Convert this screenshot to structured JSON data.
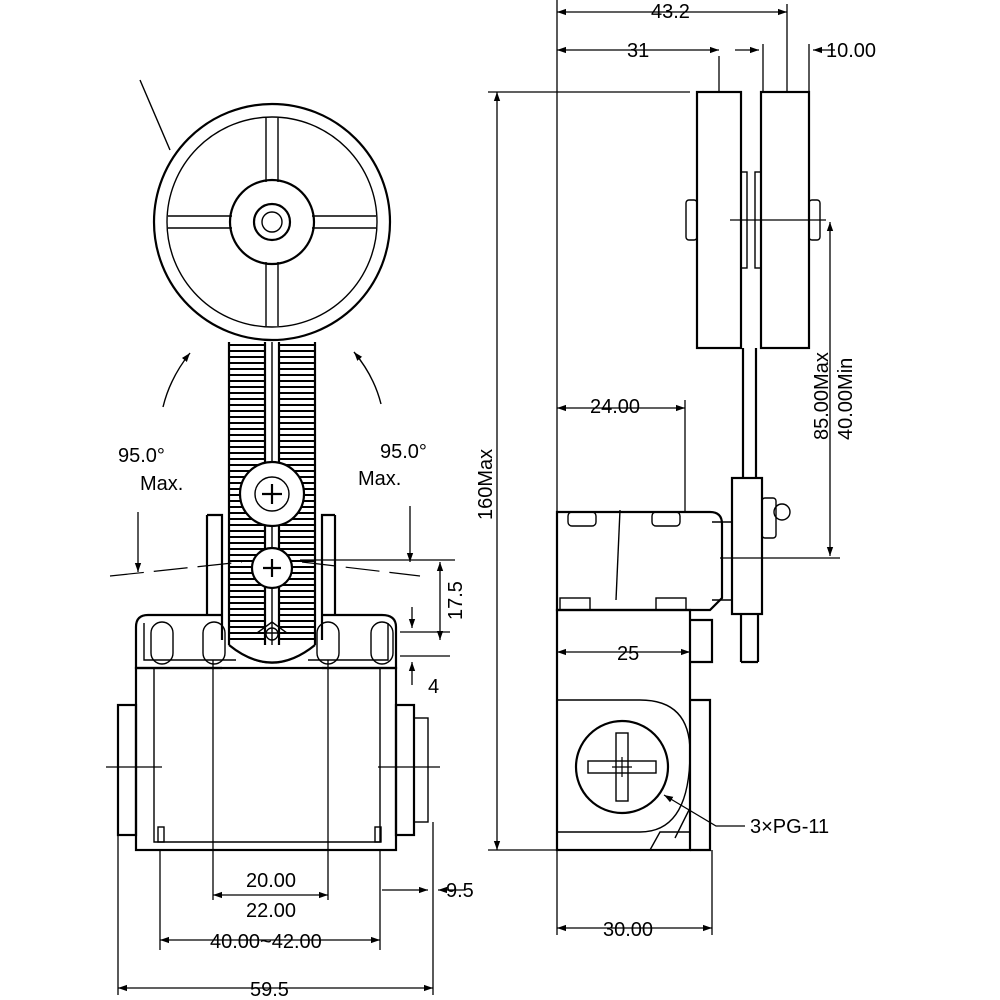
{
  "dimensions": {
    "width_top": "43.2",
    "wheel_offset": "31",
    "wheel_width": "10.00",
    "arm_length_max": "85.00Max",
    "arm_length_min": "40.00Min",
    "total_height": "160Max",
    "head_depth": "24.00",
    "body_depth": "25",
    "body_width": "30.00",
    "conduit": "3×PG-11",
    "pivot_height": "17.5",
    "slot": "4",
    "hole_pitch_a": "20.00",
    "hole_pitch_b": "22.00",
    "mount_pitch": "40.00~42.00",
    "overall_width": "59.5",
    "flange": "9.5"
  },
  "angles": {
    "left_value": "95.0°",
    "left_note": "Max.",
    "right_value": "95.0°",
    "right_note": "Max."
  }
}
